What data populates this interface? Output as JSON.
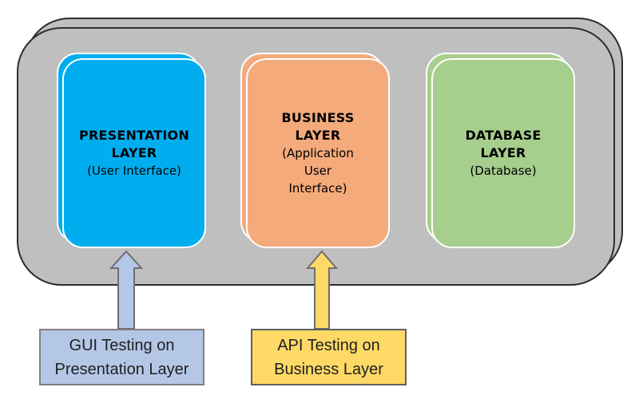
{
  "diagram": {
    "container": {
      "fill": "#BFBFBF",
      "stroke": "#2E2E2E"
    },
    "layers": [
      {
        "id": "presentation-layer",
        "fill": "#00AEEF",
        "title_lines": [
          "PRESENTATION",
          "LAYER"
        ],
        "subtitle_lines": [
          "(User Interface)"
        ]
      },
      {
        "id": "business-layer",
        "fill": "#F4AA7B",
        "title_lines": [
          "BUSINESS",
          "LAYER"
        ],
        "subtitle_lines": [
          "(Application",
          "User",
          "Interface)"
        ]
      },
      {
        "id": "database-layer",
        "fill": "#A6CE8C",
        "title_lines": [
          "DATABASE",
          "LAYER"
        ],
        "subtitle_lines": [
          "(Database)"
        ]
      }
    ],
    "callouts": [
      {
        "id": "gui-testing",
        "fill": "#B4C7E7",
        "border": "#7F7F7F",
        "arrow_fill": "#B4C7E7",
        "arrow_stroke": "#6E6E6E",
        "lines": [
          "GUI Testing on",
          "Presentation Layer"
        ]
      },
      {
        "id": "api-testing",
        "fill": "#FFD966",
        "border": "#5F5F5F",
        "arrow_fill": "#FFD966",
        "arrow_stroke": "#6E6E6E",
        "lines": [
          "API Testing on",
          "Business Layer"
        ]
      }
    ]
  }
}
